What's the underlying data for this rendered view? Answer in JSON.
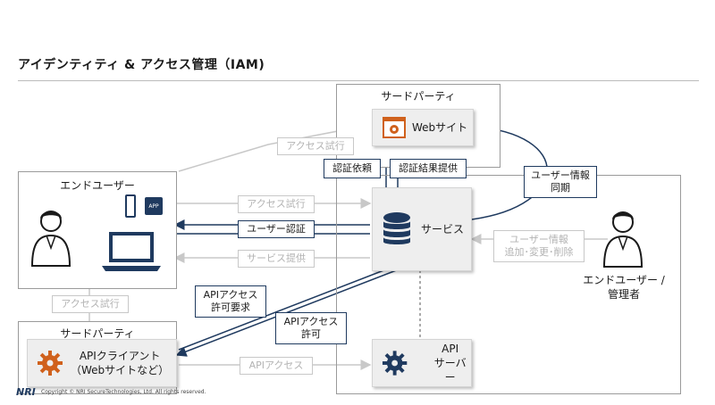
{
  "title": "アイデンティティ & アクセス管理（IAM)",
  "panels": {
    "third_party_top": "サードパーティ",
    "end_user": "エンドユーザー",
    "third_party_bottom": "サードパーティ",
    "end_user_admin": "エンドユーザー / 管理者"
  },
  "nodes": {
    "website": "Webサイト",
    "service": "サービス",
    "api_client_line1": "APIクライアント",
    "api_client_line2": "（Webサイトなど）",
    "api_server_line1": "API",
    "api_server_line2": "サーバー",
    "app_badge": "APP"
  },
  "flows_active": {
    "auth_request": "認証依頼",
    "auth_result": "認証結果提供",
    "user_auth": "ユーザー認証",
    "user_info_sync": "ユーザー情報\n同期",
    "api_access_perm_request": "APIアクセス\n許可要求",
    "api_access_perm": "APIアクセス\n許可"
  },
  "flows_inactive": {
    "access_attempt_top": "アクセス試行",
    "access_attempt_mid": "アクセス試行",
    "service_provide": "サービス提供",
    "access_attempt_left": "アクセス試行",
    "user_info_ops": "ユーザー情報\n追加･変更･削除",
    "api_access": "APIアクセス"
  },
  "footer": {
    "logo": "NRI",
    "copyright": "Copyright © NRI SecureTechnologies, Ltd. All rights reserved."
  },
  "colors": {
    "navy": "#1f3a5f",
    "orange": "#d0611c",
    "inactive": "#c8c8c8"
  }
}
